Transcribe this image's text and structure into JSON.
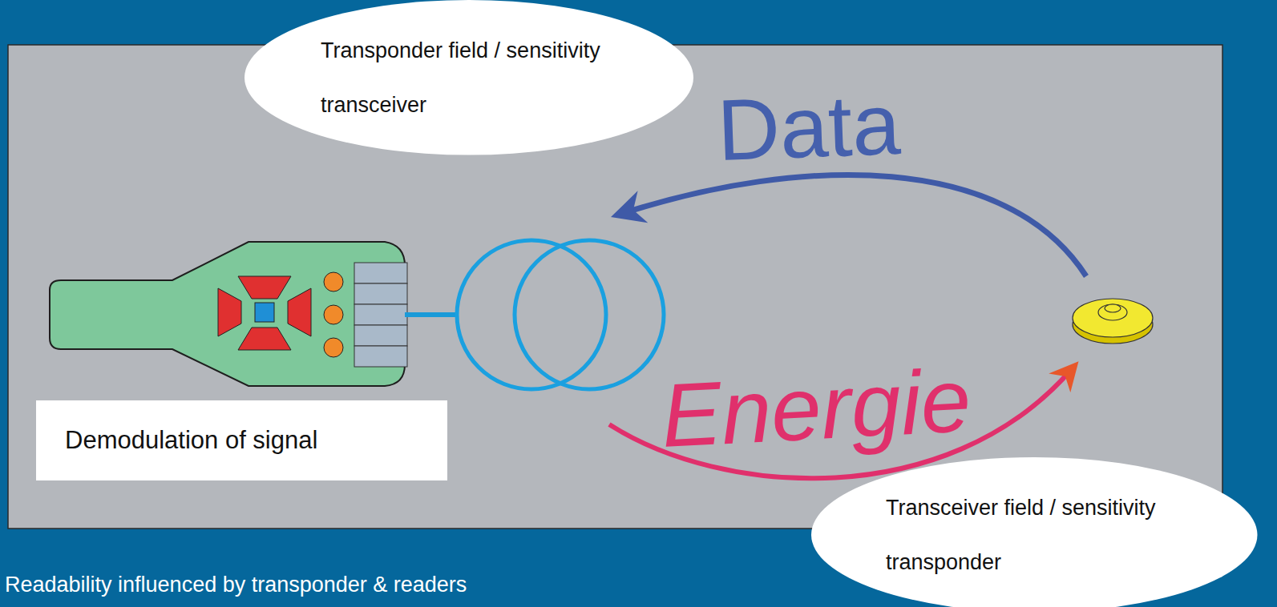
{
  "diagram": {
    "nodes": [
      {
        "text": [
          "Transponder field / sensitivity transceiver"
        ]
      },
      {
        "text": [
          "Demodulation of signal"
        ]
      },
      {
        "text": [
          "Transceiver field / sensitivity transponder"
        ]
      }
    ],
    "labels": [
      "Data",
      "Energie",
      "Readability influenced by transponder & readers"
    ]
  }
}
